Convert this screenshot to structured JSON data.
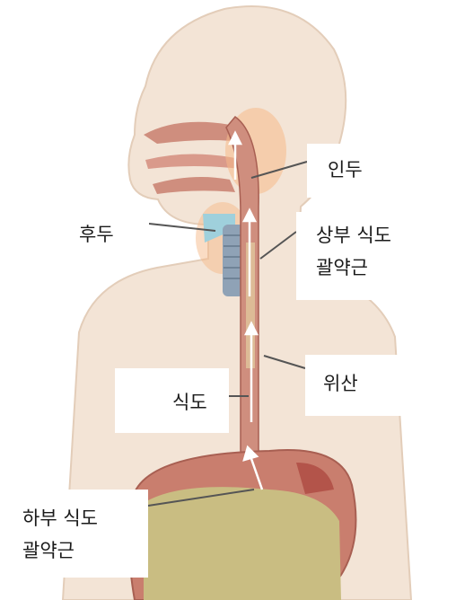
{
  "labels": {
    "pharynx": "인두",
    "larynx": "후두",
    "upper_sphincter_line1": "상부 식도",
    "upper_sphincter_line2": "괄약근",
    "reflux": "위산",
    "esophagus": "식도",
    "lower_sphincter_line1": "하부 식도",
    "lower_sphincter_line2": "괄약근"
  },
  "colors": {
    "skin": "#f3e4d6",
    "skin_outline": "#e3cdb9",
    "tract": "#cf8e7e",
    "tract_dark": "#a85f52",
    "stomach_wall": "#c97e6e",
    "stomach_content": "#c9bd82",
    "irritation": "#f6b98a",
    "arrow": "#ffffff",
    "leader": "#555555"
  }
}
